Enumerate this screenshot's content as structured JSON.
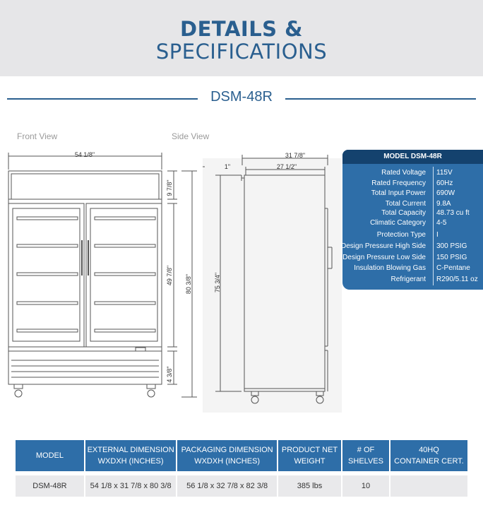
{
  "header": {
    "title_line1": "DETAILS &",
    "title_line2": "SPECIFICATIONS"
  },
  "model_title": "DSM-48R",
  "views": {
    "front_label": "Front View",
    "side_label": "Side View"
  },
  "drawing_dims": {
    "front_width": "54 1/8\"",
    "top_section": "9 7/8\"",
    "door_height": "49 7/8\"",
    "overall_height": "80 3/8\"",
    "bottom_section": "4 3/8\"",
    "side_depth_total": "31 7/8\"",
    "side_depth_body": "27 1/2\"",
    "side_offset": "1\"",
    "side_height": "75 3/4\""
  },
  "spec_table": {
    "header": "MODEL DSM-48R",
    "rows": [
      {
        "label": "Rated  Voltage",
        "value": "115V"
      },
      {
        "label": "Rated  Frequency",
        "value": "60Hz"
      },
      {
        "label": "Total Input Power",
        "value": "690W"
      },
      {
        "label": "Total Current",
        "value": "9.8A"
      },
      {
        "label": "Total Capacity",
        "value": "48.73 cu ft"
      },
      {
        "label": "Climatic Category",
        "value": "4-5"
      },
      {
        "label": "Protection Type",
        "value": "I"
      },
      {
        "label": "Design Pressure High Side",
        "value": "300 PSIG"
      },
      {
        "label": "Design Pressure Low Side",
        "value": "150 PSIG"
      },
      {
        "label": "Insulation Blowing Gas",
        "value": "C-Pentane"
      },
      {
        "label": "Refrigerant",
        "value": "R290/5.11 oz"
      }
    ]
  },
  "dimensions_table": {
    "headers": [
      {
        "line1": "MODEL",
        "line2": ""
      },
      {
        "line1": "EXTERNAL DIMENSION",
        "line2": "WXDXH (INCHES)"
      },
      {
        "line1": "PACKAGING DIMENSION",
        "line2": "WXDXH (INCHES)"
      },
      {
        "line1": "PRODUCT NET",
        "line2": "WEIGHT"
      },
      {
        "line1": "# OF",
        "line2": "SHELVES"
      },
      {
        "line1": "40HQ",
        "line2": "CONTAINER CERT."
      }
    ],
    "row": [
      "DSM-48R",
      "54 1/8 x 31 7/8 x 80 3/8",
      "56 1/8 x 32 7/8 x 82 3/8",
      "385 lbs",
      "10",
      ""
    ]
  },
  "colors": {
    "brand_blue": "#2a5f8f",
    "spec_blue": "#2e6ea8",
    "spec_header": "#14426e",
    "header_bg": "#e6e6e8",
    "row_bg": "#e9e9eb"
  }
}
